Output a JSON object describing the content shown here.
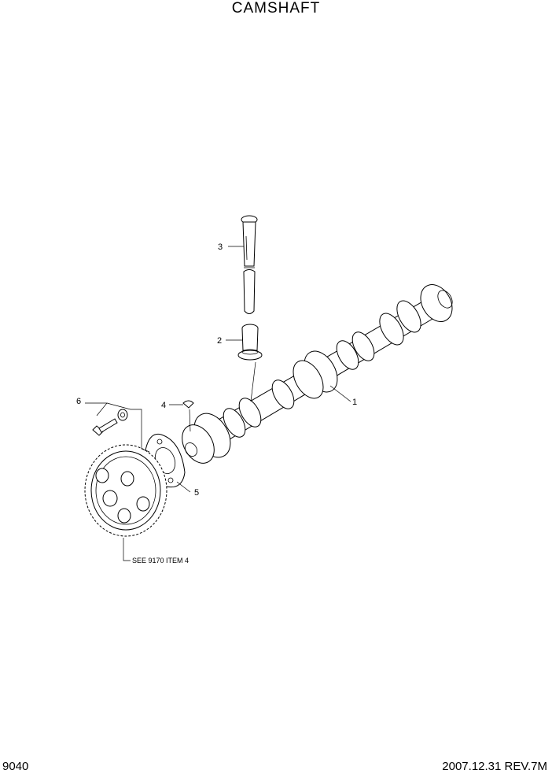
{
  "header": {
    "title": "CAMSHAFT"
  },
  "callouts": {
    "item_1": "1",
    "item_2": "2",
    "item_3": "3",
    "item_4": "4",
    "item_5": "5",
    "item_6": "6"
  },
  "reference_note": "SEE 9170 ITEM 4",
  "footer": {
    "page_number": "9040",
    "revision": "2007.12.31  REV.7M"
  }
}
